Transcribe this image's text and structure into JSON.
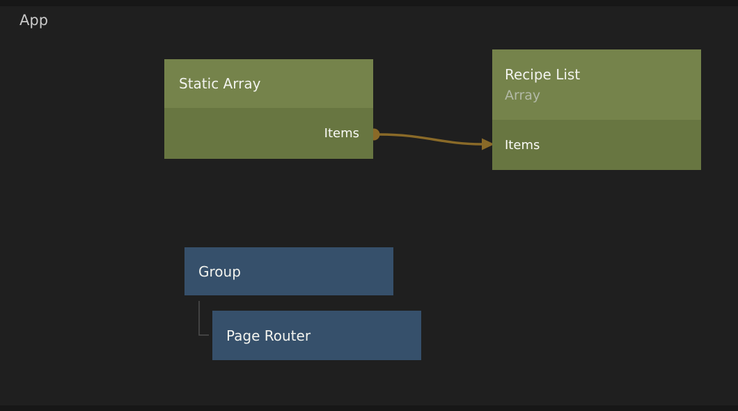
{
  "header": {
    "app_label": "App"
  },
  "nodes": {
    "static_array": {
      "title": "Static Array",
      "port_label": "Items",
      "port_direction": "output"
    },
    "recipe_list": {
      "title": "Recipe List",
      "subtitle": "Array",
      "port_label": "Items",
      "port_direction": "input"
    },
    "group": {
      "title": "Group"
    },
    "page_router": {
      "title": "Page Router"
    }
  },
  "connections": [
    {
      "from": "Static Array.Items",
      "to": "Recipe List.Items",
      "type": "data-wire"
    },
    {
      "from": "Group",
      "to": "Page Router",
      "type": "child-hierarchy"
    }
  ],
  "colors": {
    "background": "#1f1f1f",
    "edge_strip": "#171717",
    "app_label_text": "#c9c9c9",
    "green_header": "#75834b",
    "green_body": "#687641",
    "blue_node": "#36506b",
    "title_text": "#f2f3ee",
    "subtitle_text": "#b3baa7",
    "port_text": "#fafaf7",
    "wire": "#8a6a28",
    "tree_line": "#4f4f4f"
  }
}
